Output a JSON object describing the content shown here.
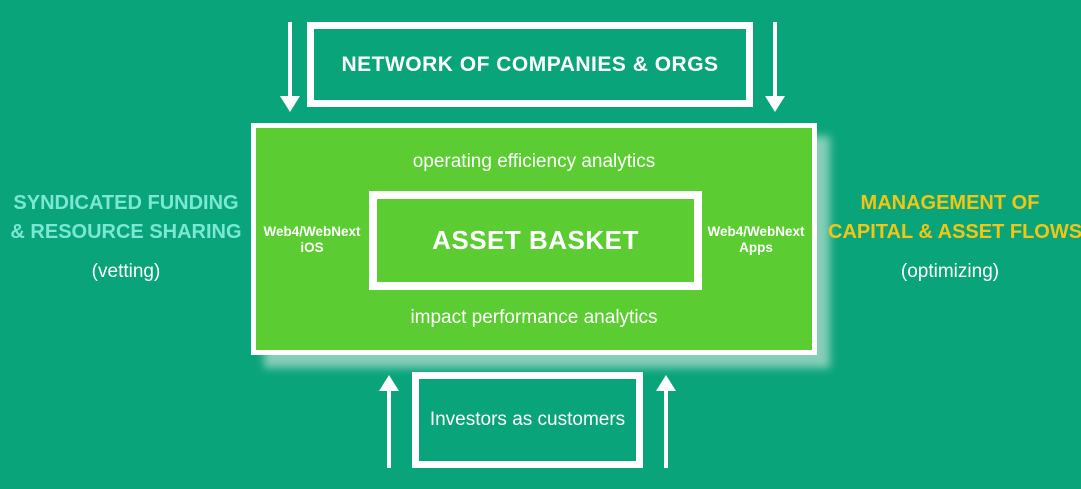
{
  "colors": {
    "background": "#09A47A",
    "box_green": "#5BCC32",
    "shadow": "#85CEB8",
    "accent_cyan": "#7AE8D4",
    "accent_yellow": "#F2C614",
    "white": "#FFFFFF"
  },
  "top_box": {
    "label": "NETWORK OF COMPANIES & ORGS"
  },
  "center_box": {
    "top_text": "operating efficiency analytics",
    "inner_box_label": "ASSET BASKET",
    "bottom_text": "impact performance analytics",
    "left_label": {
      "line1": "Web4/WebNext",
      "line2": "iOS"
    },
    "right_label": {
      "line1": "Web4/WebNext",
      "line2": "Apps"
    }
  },
  "left_annotation": {
    "line1": "SYNDICATED FUNDING",
    "line2": "& RESOURCE SHARING",
    "subtitle": "(vetting)"
  },
  "right_annotation": {
    "line1": "MANAGEMENT OF",
    "line2": "CAPITAL & ASSET FLOWS",
    "subtitle": "(optimizing)"
  },
  "bottom_box": {
    "label": "Investors as customers"
  }
}
